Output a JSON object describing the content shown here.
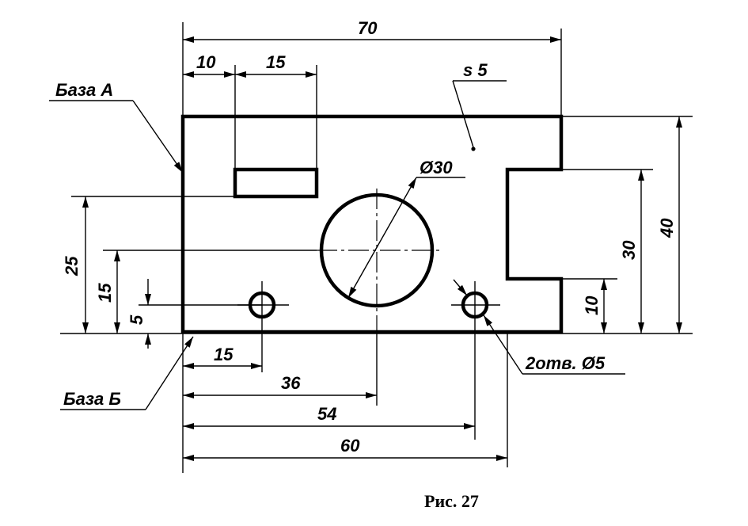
{
  "dimensions": {
    "overall_width": "70",
    "left_offset": "10",
    "slot_width": "15",
    "thickness": "s 5",
    "big_hole_dia": "Ø30",
    "overall_height": "40",
    "notch_height": "30",
    "notch_bottom": "10",
    "height_25": "25",
    "height_15": "15",
    "height_5": "5",
    "hole1_x": "15",
    "center_x": "36",
    "hole2_x": "54",
    "notch_x": "60",
    "holes_note": "2отв. Ø5"
  },
  "labels": {
    "base_a": "База А",
    "base_b": "База Б"
  },
  "caption": "Рис. 27"
}
